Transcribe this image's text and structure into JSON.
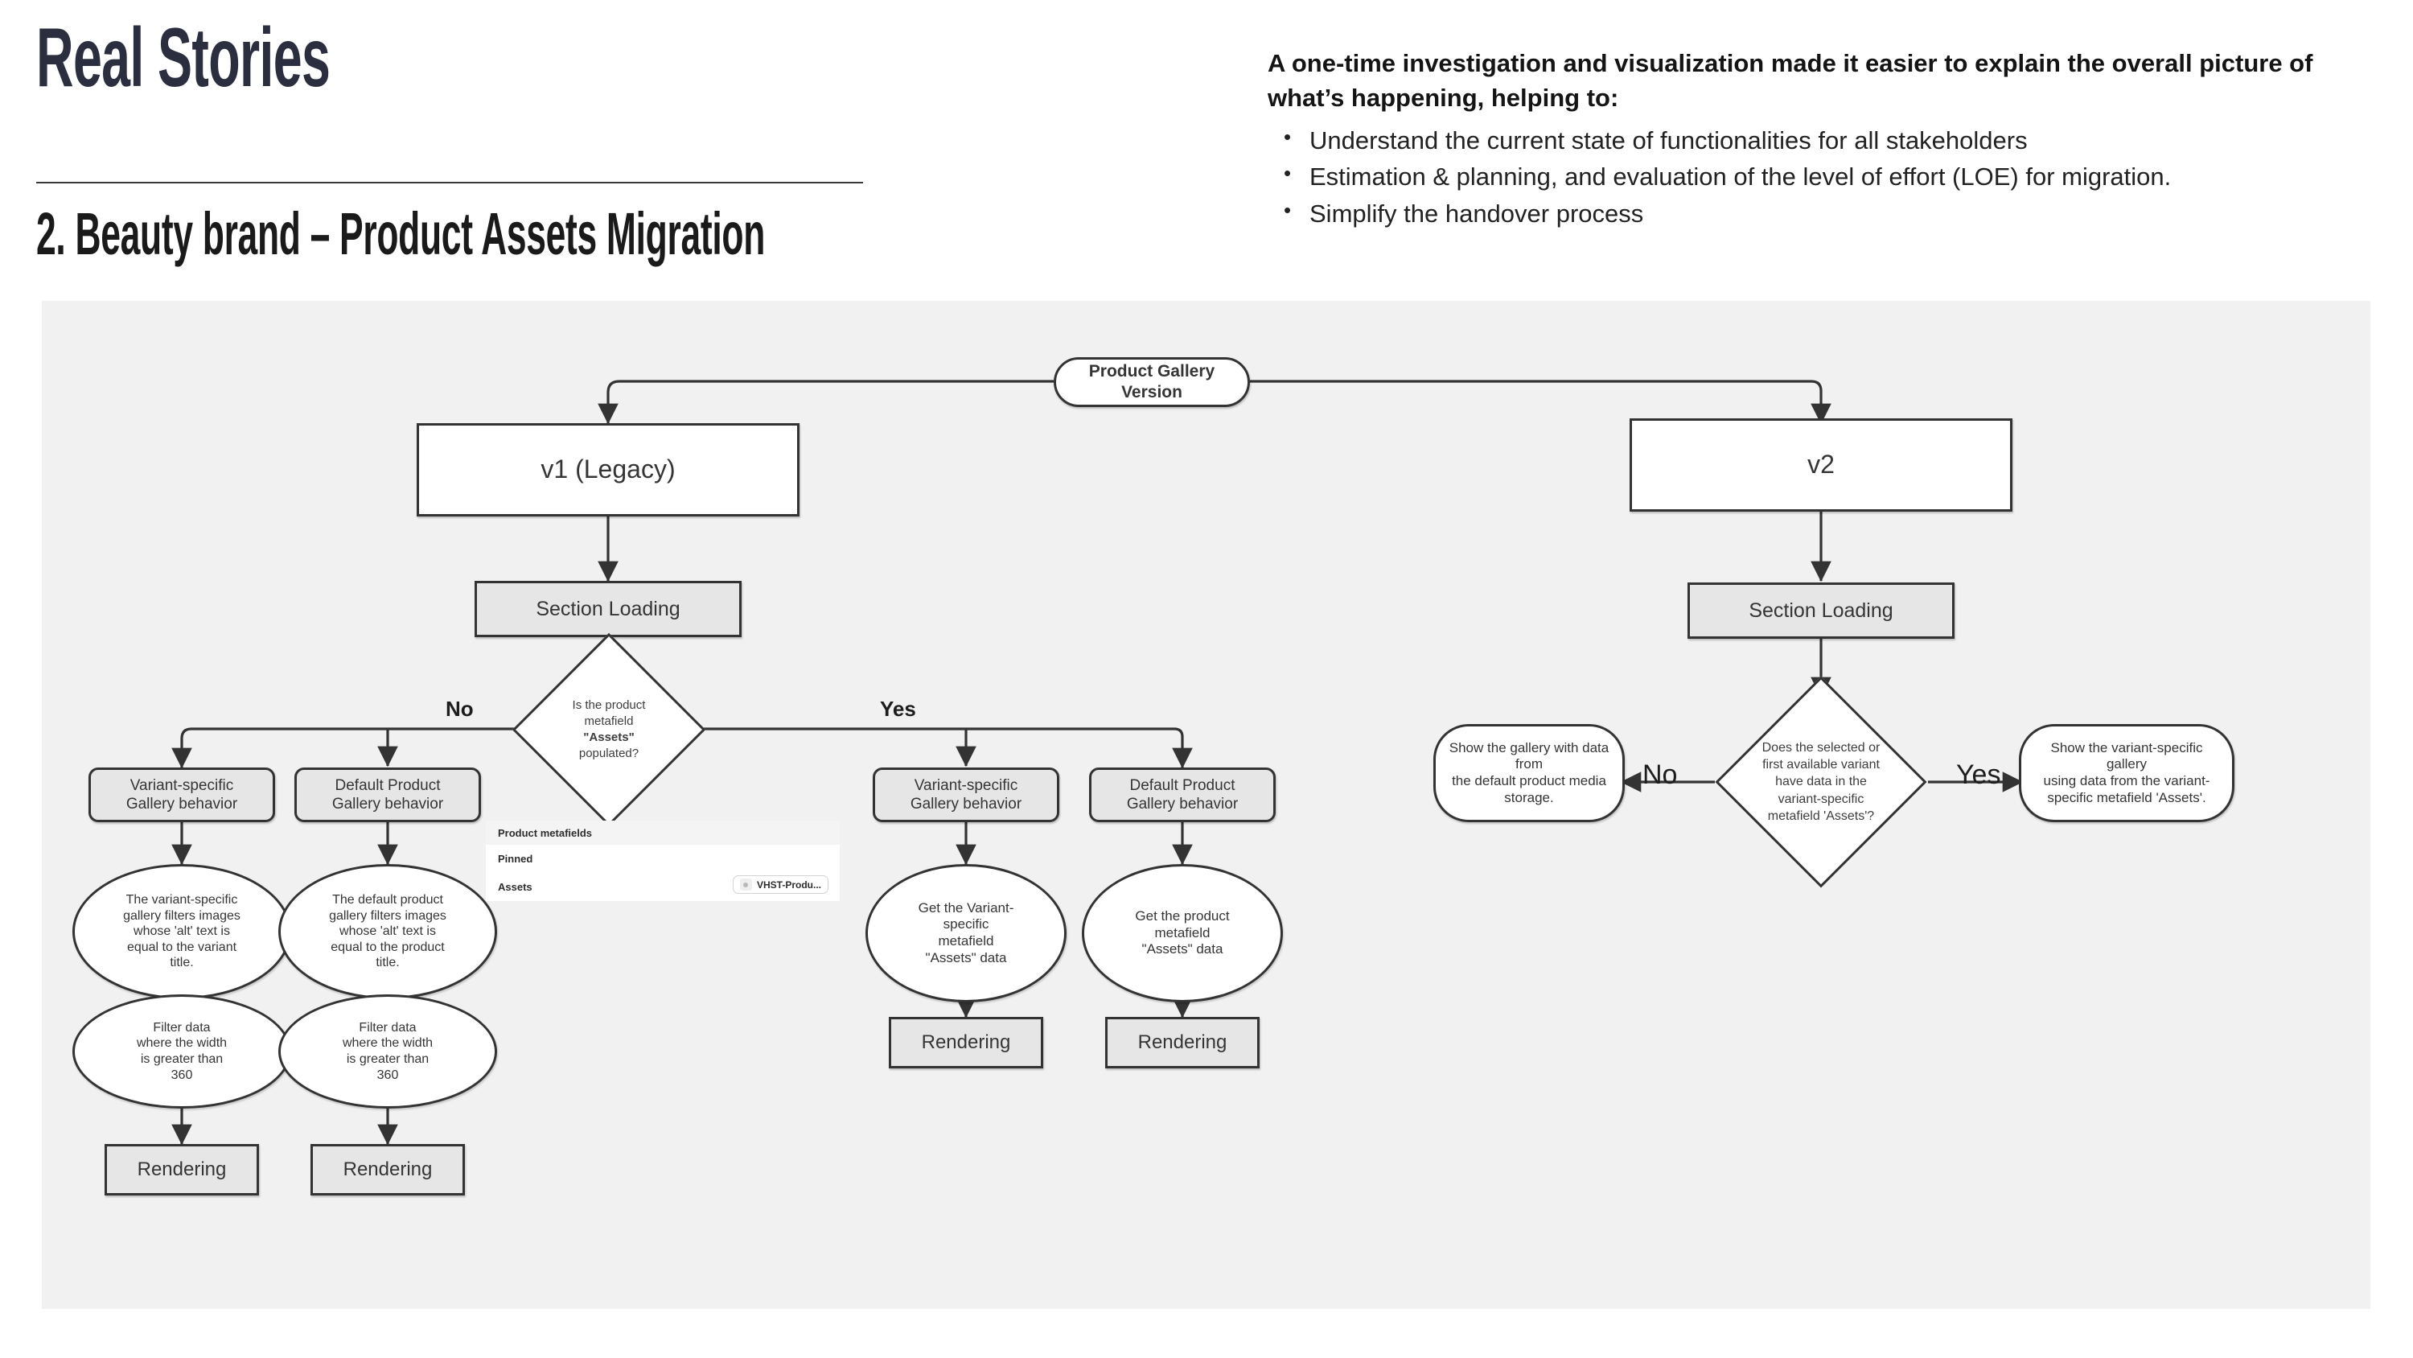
{
  "header": {
    "main_title": "Real Stories",
    "sub_title": "2. Beauty brand  – Product Assets Migration"
  },
  "intro": {
    "lead": "A one-time investigation and visualization made it easier to explain the overall picture of what’s happening, helping to:",
    "bullets": [
      "Understand the current state of functionalities for all stakeholders",
      "Estimation & planning, and evaluation of the level of effort (LOE) for migration.",
      "Simplify the handover process"
    ]
  },
  "colors": {
    "title": "#2b2e3f",
    "canvas_bg": "#f1f1f1",
    "node_stroke": "#333333",
    "node_grey": "#e6e6e6",
    "node_white": "#ffffff"
  },
  "diagram": {
    "root": "Product Gallery Version",
    "branches": {
      "v1": {
        "version_label": "v1 (Legacy)",
        "section_loading": "Section Loading",
        "decision": "Is the product metafield \"Assets\" populated?",
        "decision_lines": [
          "Is the product",
          "metafield",
          "\"Assets\"",
          "populated?"
        ],
        "edge_no": "No",
        "edge_yes": "Yes",
        "no_branch": [
          {
            "behavior": "Variant-specific Gallery behavior",
            "behavior_lines": [
              "Variant-specific",
              "Gallery behavior"
            ],
            "detail_lines": [
              "The variant-specific",
              "gallery filters images",
              "whose 'alt' text is",
              "equal to the variant",
              "title."
            ],
            "filter_lines": [
              "Filter data",
              "where the width",
              "is greater than",
              "360"
            ],
            "render": "Rendering"
          },
          {
            "behavior": "Default Product Gallery behavior",
            "behavior_lines": [
              "Default Product",
              "Gallery behavior"
            ],
            "detail_lines": [
              "The default product",
              "gallery filters images",
              "whose 'alt' text is",
              "equal to the product",
              "title."
            ],
            "filter_lines": [
              "Filter data",
              "where the width",
              "is greater than",
              "360"
            ],
            "render": "Rendering"
          }
        ],
        "yes_branch": [
          {
            "behavior": "Variant-specific Gallery behavior",
            "behavior_lines": [
              "Variant-specific",
              "Gallery behavior"
            ],
            "detail_lines": [
              "Get the Variant-",
              "specific",
              "metafield",
              "\"Assets\" data"
            ],
            "render": "Rendering"
          },
          {
            "behavior": "Default Product Gallery behavior",
            "behavior_lines": [
              "Default Product",
              "Gallery behavior"
            ],
            "detail_lines": [
              "Get the product",
              "metafield",
              "\"Assets\" data"
            ],
            "render": "Rendering"
          }
        ],
        "inset": {
          "title": "Product metafields",
          "rows": [
            "Pinned",
            "Assets"
          ],
          "pill_label": "VHST-Produ..."
        }
      },
      "v2": {
        "version_label": "v2",
        "section_loading": "Section Loading",
        "decision_lines": [
          "Does the selected or",
          "first available variant",
          "have data in the",
          "variant-specific",
          "metafield 'Assets'?"
        ],
        "edge_no": "No",
        "edge_yes": "Yes",
        "no_result_lines": [
          "Show the gallery with data from",
          "the default product media",
          "storage."
        ],
        "yes_result_lines": [
          "Show the variant-specific gallery",
          "using data from the variant-",
          "specific metafield 'Assets'."
        ]
      }
    }
  }
}
